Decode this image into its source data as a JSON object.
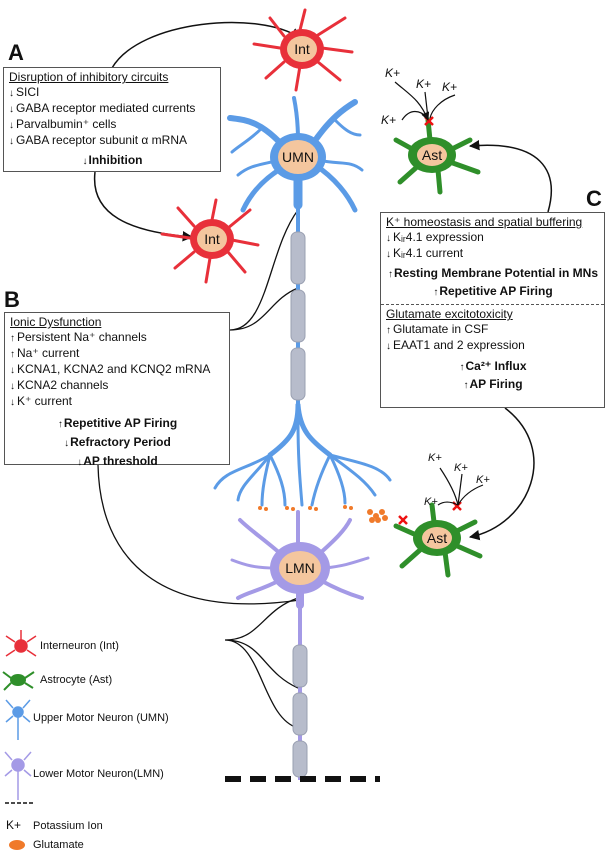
{
  "panels": {
    "A": {
      "letter": "A",
      "title": "Disruption of inhibitory circuits",
      "items": [
        "SICI",
        "GABA receptor mediated currents",
        "Parvalbumin⁺ cells",
        "GABA receptor subunit α mRNA"
      ],
      "summary": "Inhibition"
    },
    "B": {
      "letter": "B",
      "title": "Ionic Dysfunction",
      "items": [
        {
          "dir": "up",
          "text": "Persistent Na⁺ channels"
        },
        {
          "dir": "up",
          "text": "Na⁺ current"
        },
        {
          "dir": "down",
          "text": "KCNA1, KCNA2 and KCNQ2 mRNA"
        },
        {
          "dir": "down",
          "text": "KCNA2 channels"
        },
        {
          "dir": "down",
          "text": "K⁺ current"
        }
      ],
      "summary": [
        {
          "dir": "up",
          "text": "Repetitive AP Firing"
        },
        {
          "dir": "down",
          "text": "Refractory Period"
        },
        {
          "dir": "down",
          "text": "AP threshold"
        }
      ]
    },
    "C": {
      "letter": "C",
      "title": "K⁺ homeostasis and spatial buffering",
      "items": [
        {
          "dir": "down",
          "text": "Kᵢᵣ4.1 expression"
        },
        {
          "dir": "down",
          "text": "Kᵢᵣ4.1 current"
        }
      ],
      "summary": [
        {
          "dir": "up",
          "text": "Resting Membrane Potential in MNs"
        },
        {
          "dir": "up",
          "text": "Repetitive AP Firing"
        }
      ],
      "title2": "Glutamate excitotoxicity",
      "items2": [
        {
          "dir": "up",
          "text": "Glutamate in CSF"
        },
        {
          "dir": "down",
          "text": "EAAT1 and 2 expression"
        }
      ],
      "summary2": [
        {
          "dir": "up",
          "text": "Ca²⁺ Influx"
        },
        {
          "dir": "up",
          "text": "AP Firing"
        }
      ]
    }
  },
  "cells": {
    "int_top": "Int",
    "int_left": "Int",
    "umn": "UMN",
    "lmn": "LMN",
    "ast_top": "Ast",
    "ast_bottom": "Ast"
  },
  "ions": {
    "k": "K+",
    "k_small": "K+"
  },
  "legend": {
    "interneuron": "Interneuron (Int)",
    "astrocyte": "Astrocyte (Ast)",
    "umn": "Upper Motor Neuron (UMN)",
    "lmn": "Lower Motor Neuron(LMN)",
    "potassium_symbol": "K+",
    "potassium": "Potassium Ion",
    "glutamate": "Glutamate"
  },
  "colors": {
    "interneuron": "#e8303a",
    "astrocyte": "#2f8f2a",
    "umn": "#5b9be6",
    "lmn": "#a49ae6",
    "soma": "#f4c69e",
    "axon": "#b7bccb",
    "glutamate": "#f07a2a"
  },
  "arrows": {
    "up": "↑",
    "down": "↓"
  }
}
